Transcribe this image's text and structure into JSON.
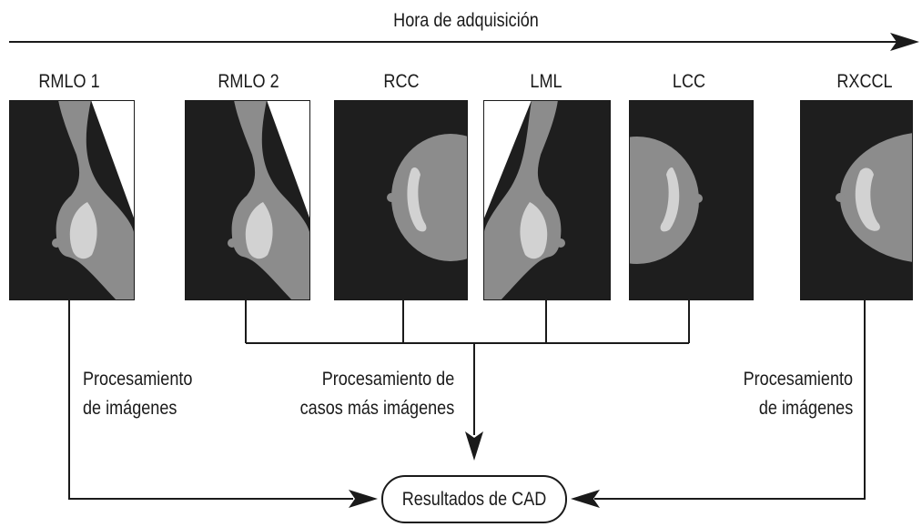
{
  "axis": {
    "label": "Hora de adquisición"
  },
  "views": [
    {
      "id": "rmlo1",
      "label": "RMLO 1"
    },
    {
      "id": "rmlo2",
      "label": "RMLO 2"
    },
    {
      "id": "rcc",
      "label": "RCC"
    },
    {
      "id": "lml",
      "label": "LML"
    },
    {
      "id": "lcc",
      "label": "LCC"
    },
    {
      "id": "rxccl",
      "label": "RXCCL"
    }
  ],
  "processing": {
    "left": {
      "line1": "Procesamiento",
      "line2": "de imágenes"
    },
    "center": {
      "line1": "Procesamiento de",
      "line2": "casos más imágenes"
    },
    "right": {
      "line1": "Procesamiento",
      "line2": "de imágenes"
    }
  },
  "result": {
    "label": "Resultados de CAD"
  },
  "colors": {
    "tissue": "#8c8c8c",
    "dense": "#d2d2d2",
    "background": "#1e1e1e",
    "line": "#1a1a1a"
  }
}
